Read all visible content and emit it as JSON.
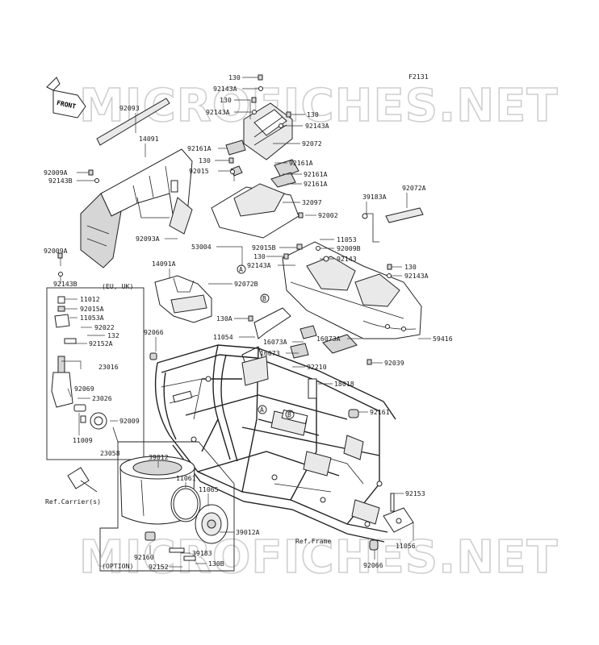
{
  "figure_code": "F2131",
  "front_label": "FRONT",
  "watermark_text": "MICROFICHES.NET",
  "group_labels": {
    "eu_uk": "(EU, UK)",
    "option": "(OPTION)"
  },
  "references": {
    "carrier": "Ref.Carrier(s)",
    "frame": "Ref.Frame"
  },
  "circle_markers": {
    "a": "A",
    "b": "B"
  },
  "part_numbers": {
    "p130_top": "130",
    "p92143A_top": "92143A",
    "p130_b": "130",
    "p92143A_b": "92143A",
    "p130_c": "130",
    "p92143A_c": "92143A",
    "p92093": "92093",
    "p14091": "14091",
    "p92072": "92072",
    "p92161A_a": "92161A",
    "p130_d": "130",
    "p92015": "92015",
    "p92161A_b": "92161A",
    "p92161A_c": "92161A",
    "p92161A_d": "92161A",
    "p92009A_a": "92009A",
    "p92143B_a": "92143B",
    "p32097": "32097",
    "p39183A": "39183A",
    "p92072A": "92072A",
    "p92002": "92002",
    "p92093A": "92093A",
    "p53004": "53004",
    "p11053": "11053",
    "p92015B": "92015B",
    "p92009B": "92009B",
    "p130_e": "130",
    "p92143": "92143",
    "p92143A_e": "92143A",
    "p130_f": "130",
    "p92143A_f": "92143A",
    "p92009A_b": "92009A",
    "p14091A": "14091A",
    "p92072B": "92072B",
    "p92143B_b": "92143B",
    "p11012": "11012",
    "p92015A": "92015A",
    "p11053A": "11053A",
    "p130A": "130A",
    "p92022": "92022",
    "p132": "132",
    "p92152A": "92152A",
    "p92066_a": "92066",
    "p11054": "11054",
    "p16073A_a": "16073A",
    "p16073A_b": "16073A",
    "p16073": "16073",
    "p59416": "59416",
    "p92039": "92039",
    "p92210": "92210",
    "p23016": "23016",
    "p18018": "18018",
    "p92069": "92069",
    "p23026": "23026",
    "p92009": "92009",
    "p11009": "11009",
    "p23058": "23058",
    "p92161": "92161",
    "p39012": "39012",
    "p11061": "11061",
    "p11065": "11065",
    "p92153": "92153",
    "p39012A": "39012A",
    "p11056": "11056",
    "p92160": "92160",
    "p39183": "39183",
    "p92152": "92152",
    "p130B": "130B",
    "p92066_b": "92066"
  }
}
